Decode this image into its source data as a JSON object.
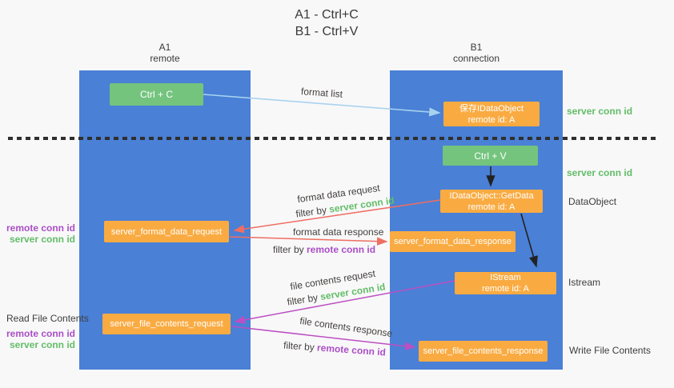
{
  "title": {
    "line1": "A1 - Ctrl+C",
    "line2": "B1 - Ctrl+V"
  },
  "columns": {
    "left": {
      "name": "A1",
      "role": "remote"
    },
    "right": {
      "name": "B1",
      "role": "connection"
    }
  },
  "nodes": {
    "ctrl_c": "Ctrl + C",
    "save_dataobject_line1": "保存IDataObject",
    "save_dataobject_line2": "remote id: A",
    "ctrl_v": "Ctrl + V",
    "getdata_line1": "IDataObject::GetData",
    "getdata_line2": "remote id: A",
    "format_request": "server_format_data_request",
    "format_response": "server_format_data_response",
    "istream_line1": "IStream",
    "istream_line2": "remote id: A",
    "file_request": "server_file_contents_request",
    "file_response": "server_file_contents_response"
  },
  "flow_labels": {
    "format_list": "format list",
    "format_data_request": "format data request",
    "format_data_response": "format data response",
    "file_contents_request": "file contents request",
    "file_contents_response": "file contents response",
    "filter_by": "filter by ",
    "server_conn_id": "server conn id",
    "remote_conn_id": "remote conn id"
  },
  "side_labels": {
    "server_conn_id": "server conn id",
    "remote_conn_id": "remote conn id",
    "dataobject": "DataObject",
    "istream": "Istream",
    "read_file_contents": "Read File Contents",
    "write_file_contents": "Write File Contents"
  },
  "colors": {
    "column_blue": "#4a80d6",
    "box_green": "#74c47e",
    "box_orange": "#f9ab42",
    "arrow_red": "#ee6e62",
    "arrow_magenta": "#bc4fc2",
    "arrow_light_blue": "#a8d3ee",
    "arrow_black": "#222222",
    "text_green": "#63bd68",
    "text_purple": "#ab4fc6",
    "text_dark": "#3d3d3d",
    "background": "#f8f8f9"
  }
}
